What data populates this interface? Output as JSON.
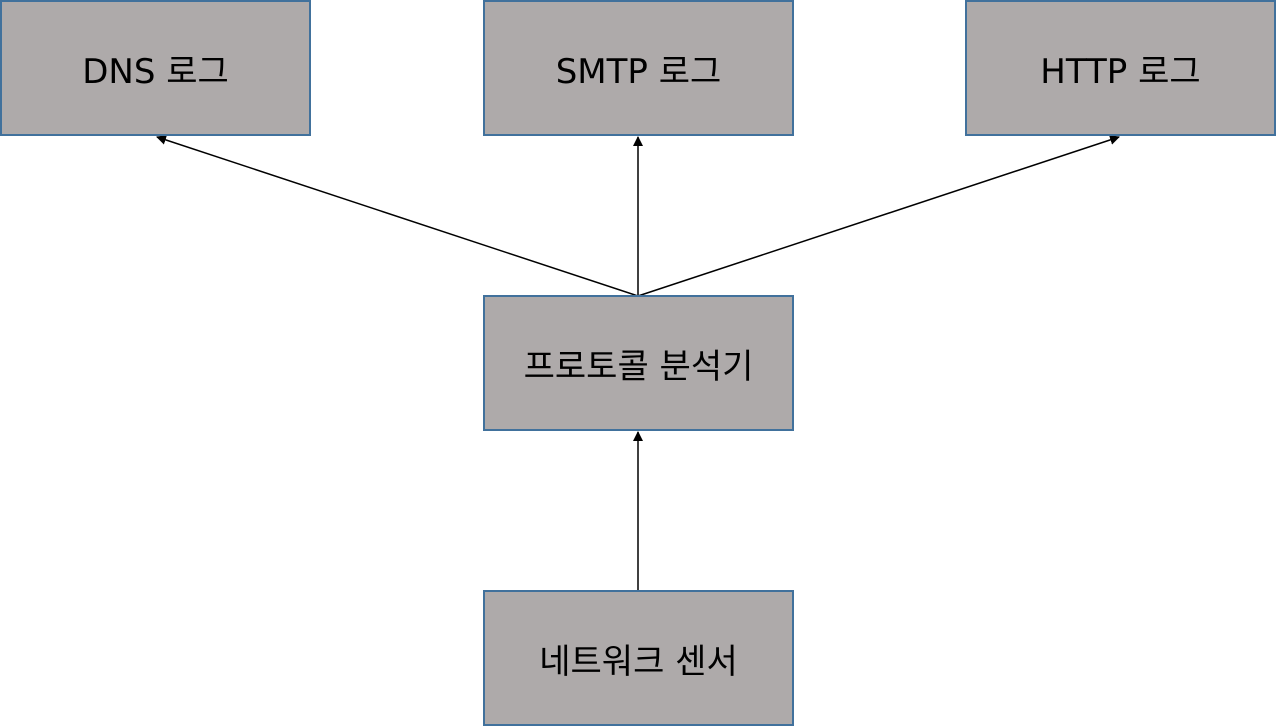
{
  "nodes": {
    "dns_log": "DNS 로그",
    "smtp_log": "SMTP 로그",
    "http_log": "HTTP 로그",
    "protocol_analyzer": "프로토콜 분석기",
    "network_sensor": "네트워크 센서"
  },
  "edges": [
    {
      "from": "network_sensor",
      "to": "protocol_analyzer"
    },
    {
      "from": "protocol_analyzer",
      "to": "dns_log"
    },
    {
      "from": "protocol_analyzer",
      "to": "smtp_log"
    },
    {
      "from": "protocol_analyzer",
      "to": "http_log"
    }
  ],
  "colors": {
    "box_fill": "#aeaaaa",
    "box_border": "#41719c",
    "arrow": "#000000"
  }
}
